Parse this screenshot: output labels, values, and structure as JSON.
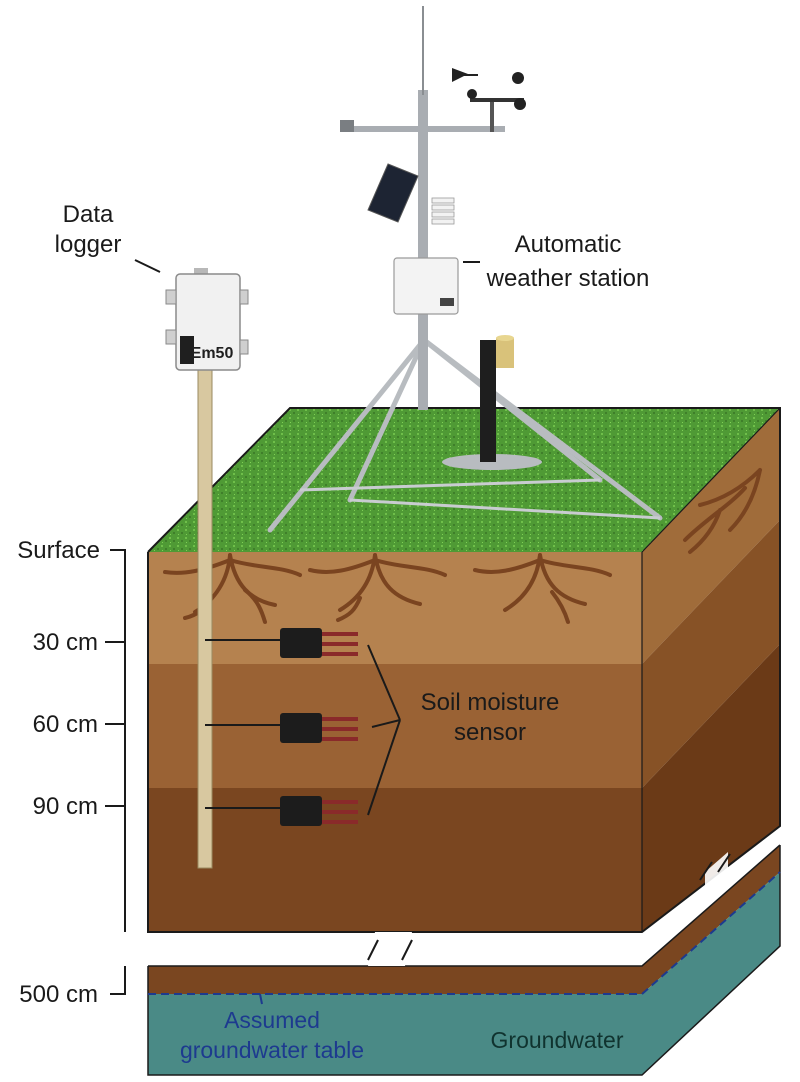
{
  "labels": {
    "data_logger": [
      "Data",
      "logger"
    ],
    "weather_station": [
      "Automatic",
      "weather station"
    ],
    "soil_sensor": [
      "Soil moisture",
      "sensor"
    ],
    "groundwater": "Groundwater",
    "gw_table": [
      "Assumed",
      "groundwater table"
    ],
    "logger_brand": "Em50"
  },
  "depths": [
    {
      "label": "Surface"
    },
    {
      "label": "30 cm"
    },
    {
      "label": "60 cm"
    },
    {
      "label": "90 cm"
    },
    {
      "label": "500 cm"
    }
  ],
  "colors": {
    "grass": "#4f9a35",
    "grass_light": "#6fbf4a",
    "soil_top": "#b5824f",
    "soil_mid": "#9a6234",
    "soil_deep": "#7a4620",
    "soil_side_top": "#a06c3a",
    "soil_side_mid": "#875226",
    "soil_side_deep": "#6b3a17",
    "groundwater": "#4a8a86",
    "groundwater_side": "#3d7874",
    "gw_line": "#1d3a8f",
    "roots": "#7a4420",
    "sensor": "#1c1c1c",
    "pipe": "#d8c8a0"
  },
  "icons": [
    "weather-station",
    "solar-panel",
    "anemometer",
    "rain-gauge",
    "data-logger-box",
    "soil-moisture-sensor",
    "tree-roots"
  ]
}
